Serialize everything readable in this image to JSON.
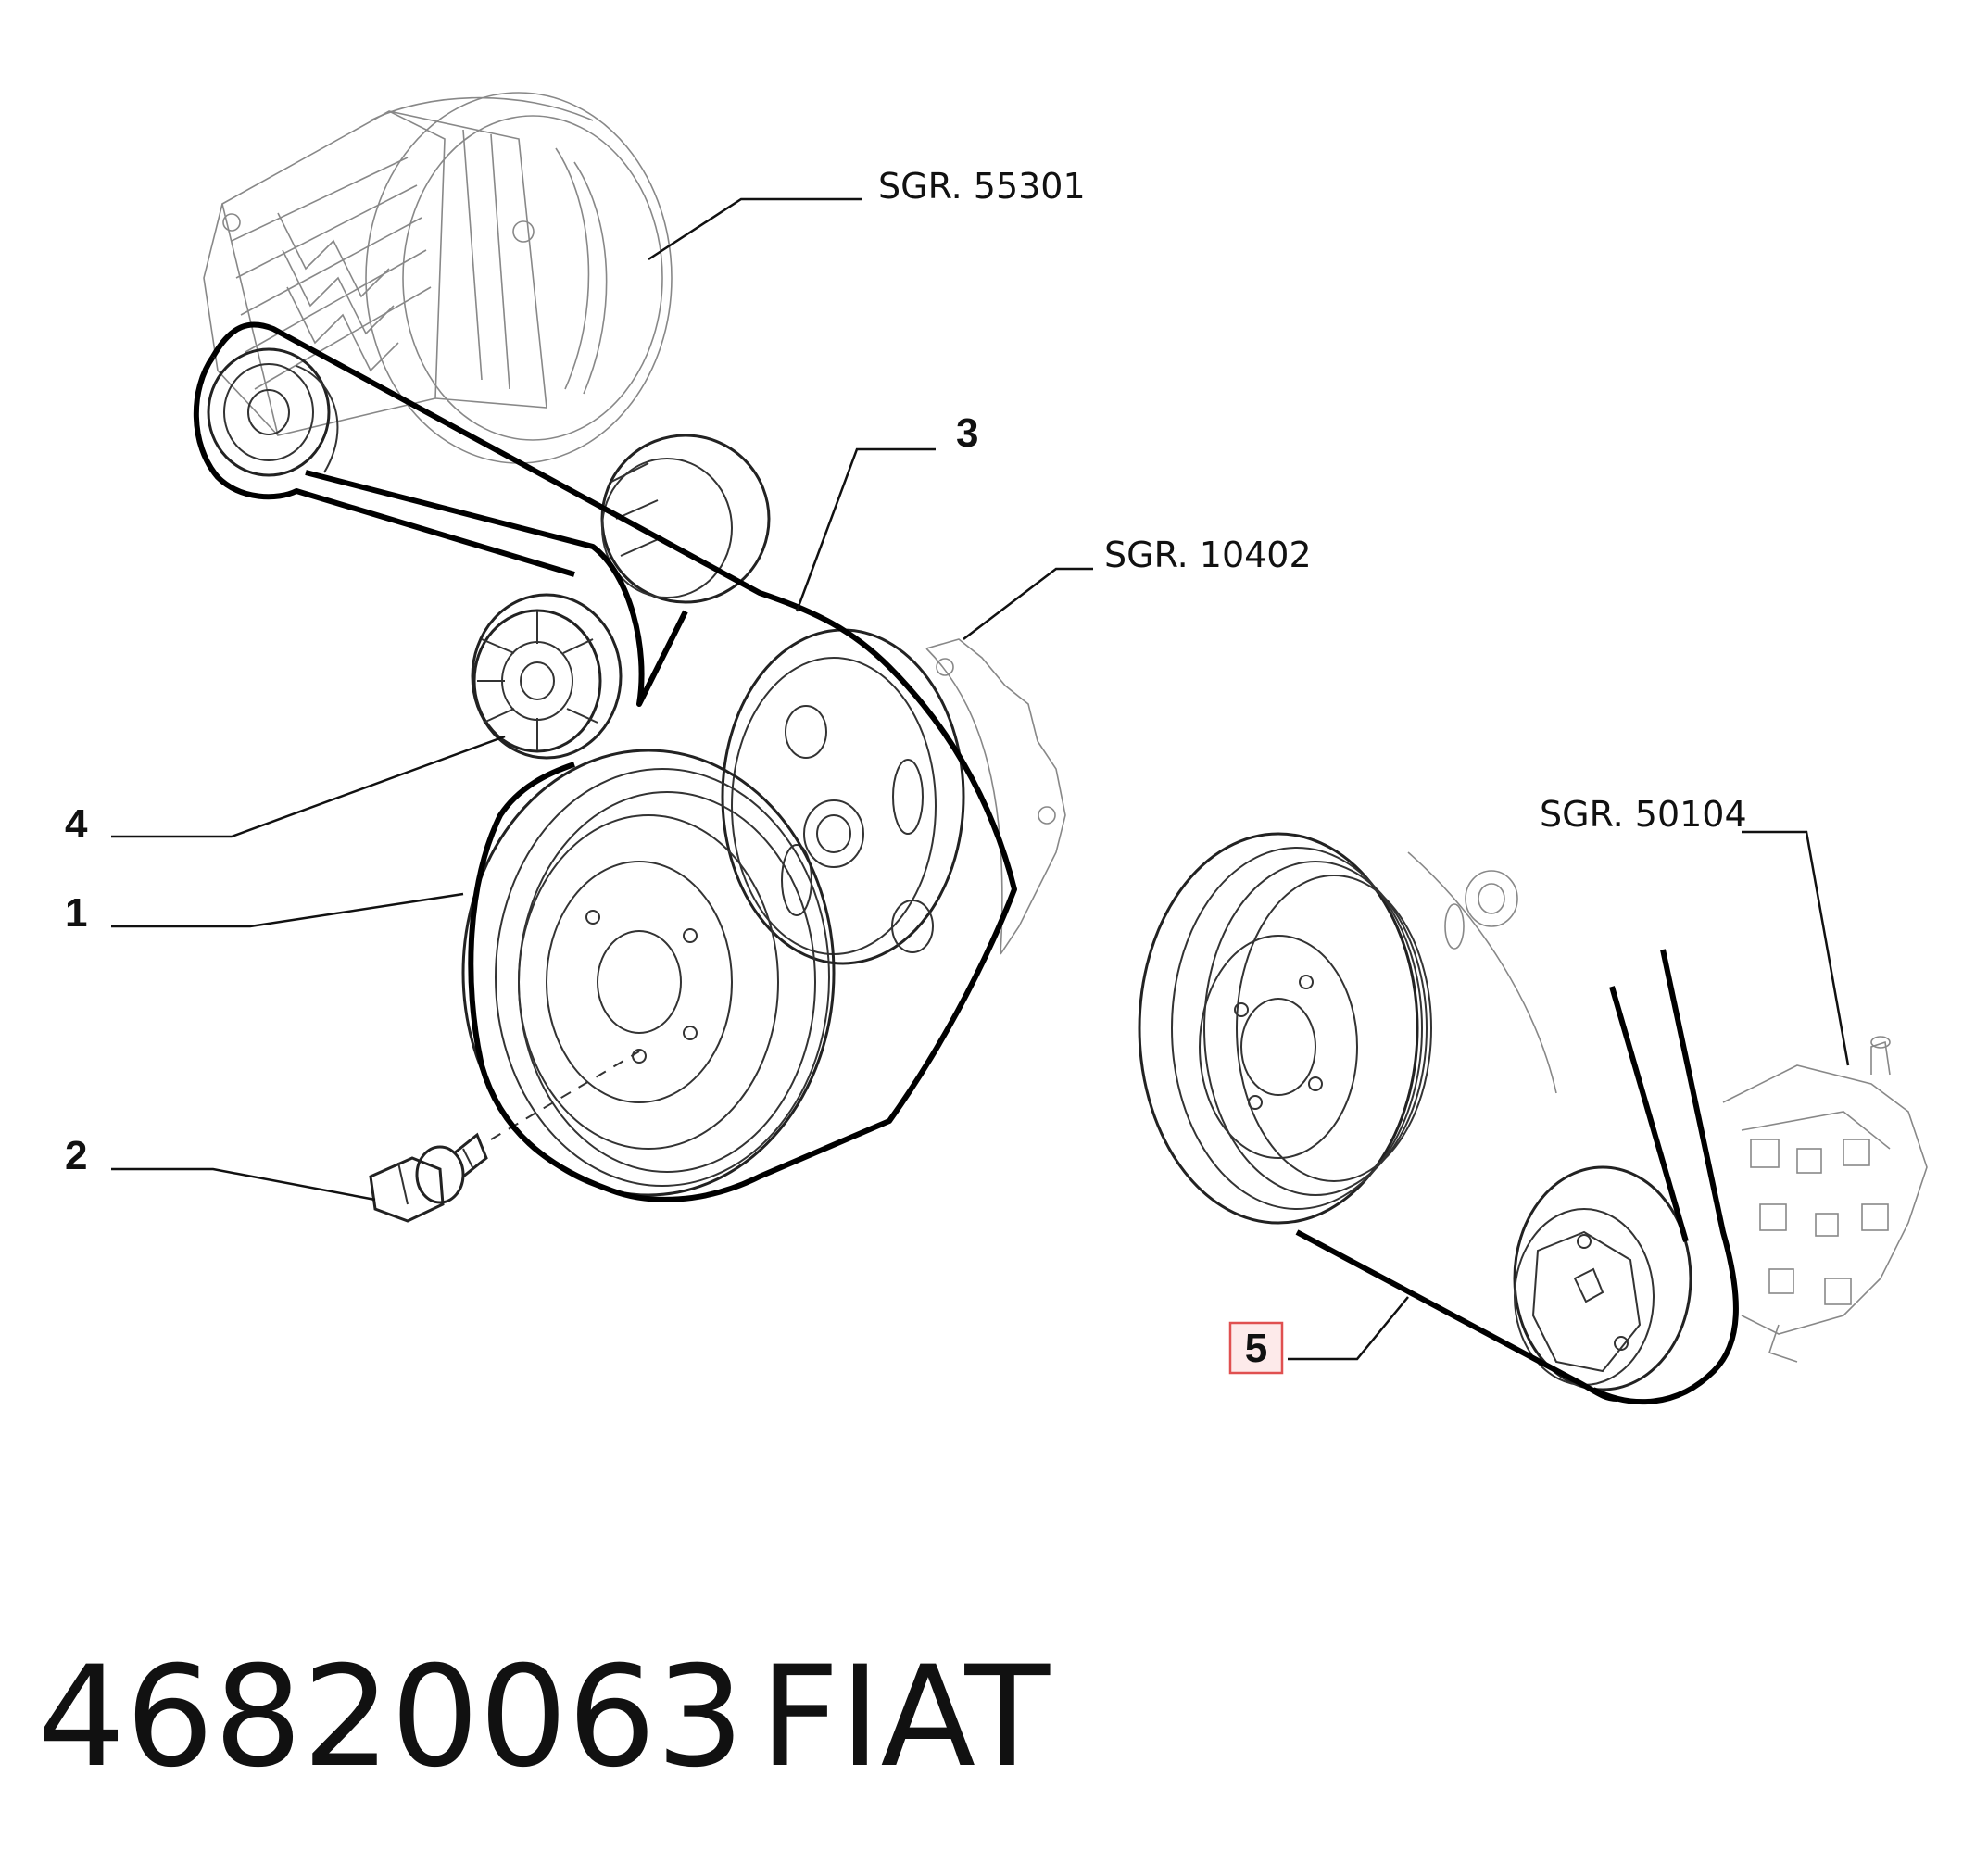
{
  "references": {
    "alternator": "SGR. 55301",
    "water_pump": "SGR. 10402",
    "compressor": "SGR. 50104"
  },
  "parts": {
    "p1": "1",
    "p2": "2",
    "p3": "3",
    "p4": "4",
    "p5": "5"
  },
  "highlight_color": "#e05050",
  "footer": {
    "part_number": "46820063",
    "brand": "FIAT"
  }
}
